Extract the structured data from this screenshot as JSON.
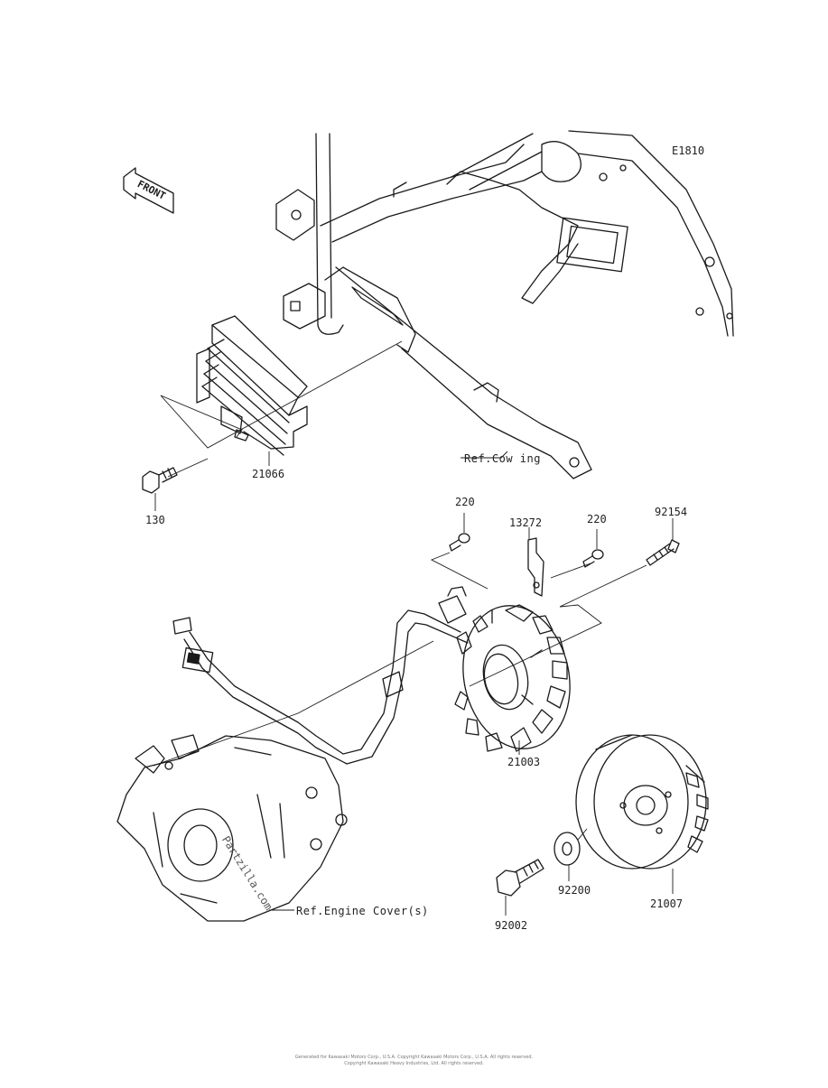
{
  "diagram": {
    "code": "E1810",
    "front_arrow_text": "FRONT",
    "labels": {
      "regulator": "21066",
      "regulator_bolt": "130",
      "cowling_ref": "Ref.Cow ing",
      "stator_bolt_left": "220",
      "clamp": "13272",
      "stator_bolt_right": "220",
      "long_bolt": "92154",
      "stator": "21003",
      "washer": "92200",
      "rotor": "21007",
      "rotor_bolt": "92002",
      "engine_cover_ref": "Ref.Engine Cover(s)"
    },
    "watermark": "Partzilla.com",
    "footer_line1": "Generated for Kawasaki Motors Corp., U.S.A. Copyright Kawasaki Motors Corp., U.S.A. All rights reserved.",
    "footer_line2": "Copyright Kawasaki Heavy Industries, Ltd. All rights reserved."
  }
}
